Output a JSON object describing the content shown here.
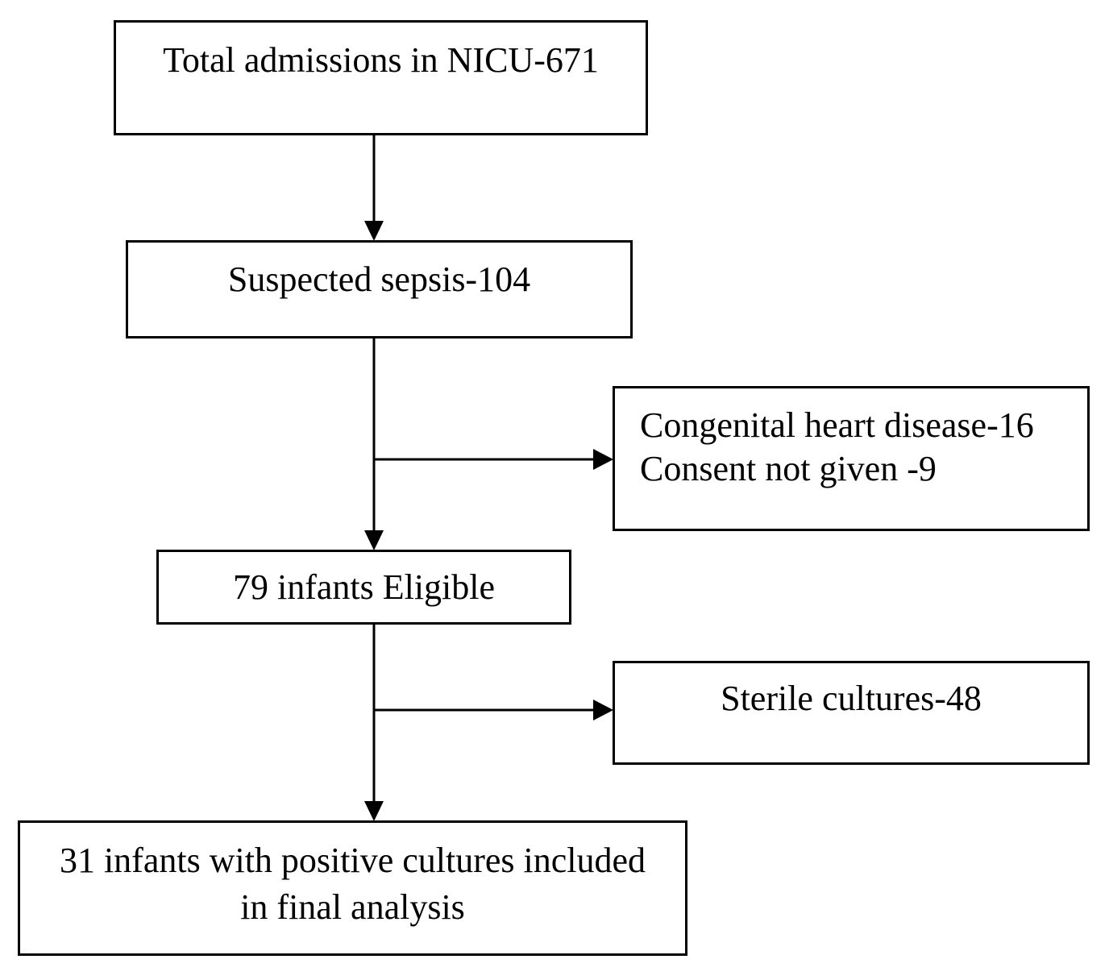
{
  "flowchart": {
    "total_admissions": "Total admissions in NICU-671",
    "suspected_sepsis": "Suspected sepsis-104",
    "excluded": {
      "line1": "Congenital heart disease-16",
      "line2": "Consent not given -9"
    },
    "eligible": "79 infants Eligible",
    "sterile": "Sterile cultures-48",
    "final": {
      "line1": "31 infants with positive cultures included",
      "line2": "in final analysis"
    }
  }
}
